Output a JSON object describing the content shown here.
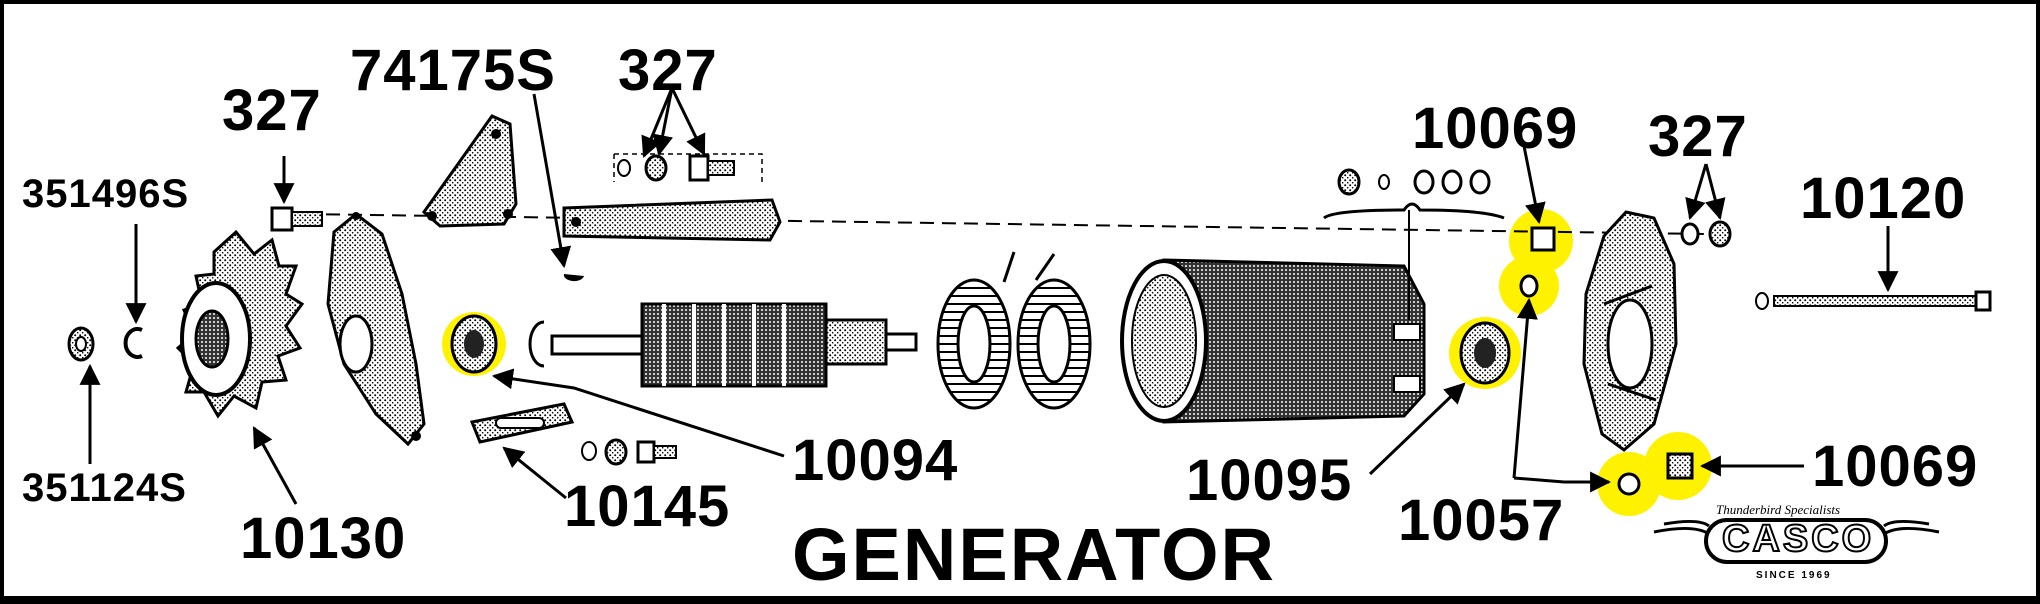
{
  "title": "GENERATOR",
  "highlight_color": "#fff200",
  "labels": {
    "p327_a": "327",
    "p74175S": "74175S",
    "p327_b": "327",
    "p351496S": "351496S",
    "p351124S": "351124S",
    "p10130": "10130",
    "p10145": "10145",
    "p10094": "10094",
    "p10095": "10095",
    "p10057": "10057",
    "p10069_top": "10069",
    "p327_c": "327",
    "p10120": "10120",
    "p10069_bottom": "10069"
  },
  "logo": {
    "tagline": "Thunderbird Specialists",
    "name": "CASCO",
    "since": "SINCE 1969"
  }
}
